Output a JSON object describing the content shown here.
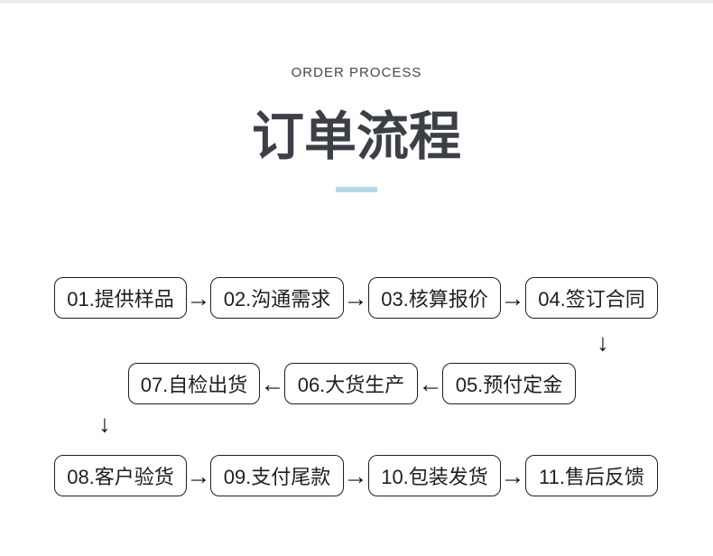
{
  "header": {
    "subtitle": "ORDER PROCESS",
    "title": "订单流程"
  },
  "colors": {
    "top_strip": "#ececec",
    "title_text": "#3c4046",
    "subtitle_text": "#46484d",
    "title_underline": "#b5d8eb",
    "box_border": "#1f1f1f",
    "box_text": "#1f1f1f",
    "arrow": "#111111",
    "background": "#ffffff"
  },
  "flow": {
    "steps": [
      {
        "label": "01.提供样品"
      },
      {
        "label": "02.沟通需求"
      },
      {
        "label": "03.核算报价"
      },
      {
        "label": "04.签订合同"
      },
      {
        "label": "05.预付定金"
      },
      {
        "label": "06.大货生产"
      },
      {
        "label": "07.自检出货"
      },
      {
        "label": "08.客户验货"
      },
      {
        "label": "09.支付尾款"
      },
      {
        "label": "10.包装发货"
      },
      {
        "label": "11.售后反馈"
      }
    ],
    "arrows": {
      "right": "→",
      "left": "←",
      "down": "↓"
    }
  }
}
